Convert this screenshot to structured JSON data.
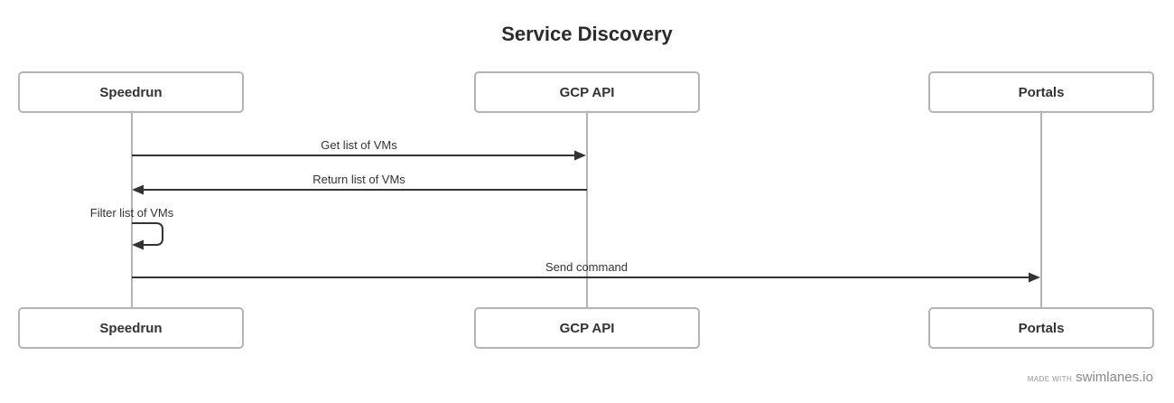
{
  "title": "Service Discovery",
  "diagram": {
    "type": "sequence",
    "actors": [
      {
        "id": "speedrun",
        "label": "Speedrun"
      },
      {
        "id": "gcp-api",
        "label": "GCP API"
      },
      {
        "id": "portals",
        "label": "Portals"
      }
    ],
    "messages": [
      {
        "label": "Get list of VMs",
        "from": "Speedrun",
        "to": "GCP API",
        "direction": "right"
      },
      {
        "label": "Return list of VMs",
        "from": "GCP API",
        "to": "Speedrun",
        "direction": "left"
      },
      {
        "label": "Filter list of VMs",
        "from": "Speedrun",
        "to": "Speedrun",
        "direction": "self"
      },
      {
        "label": "Send command",
        "from": "Speedrun",
        "to": "Portals",
        "direction": "right"
      }
    ]
  },
  "footer": {
    "made_with": "MADE WITH",
    "brand": "swimlanes.io"
  },
  "colors": {
    "background": "#ffffff",
    "text": "#333333",
    "box_border": "#b4b4b4",
    "lifeline": "#b4b4b4",
    "arrow": "#333333",
    "watermark": "#8c8c8c"
  }
}
